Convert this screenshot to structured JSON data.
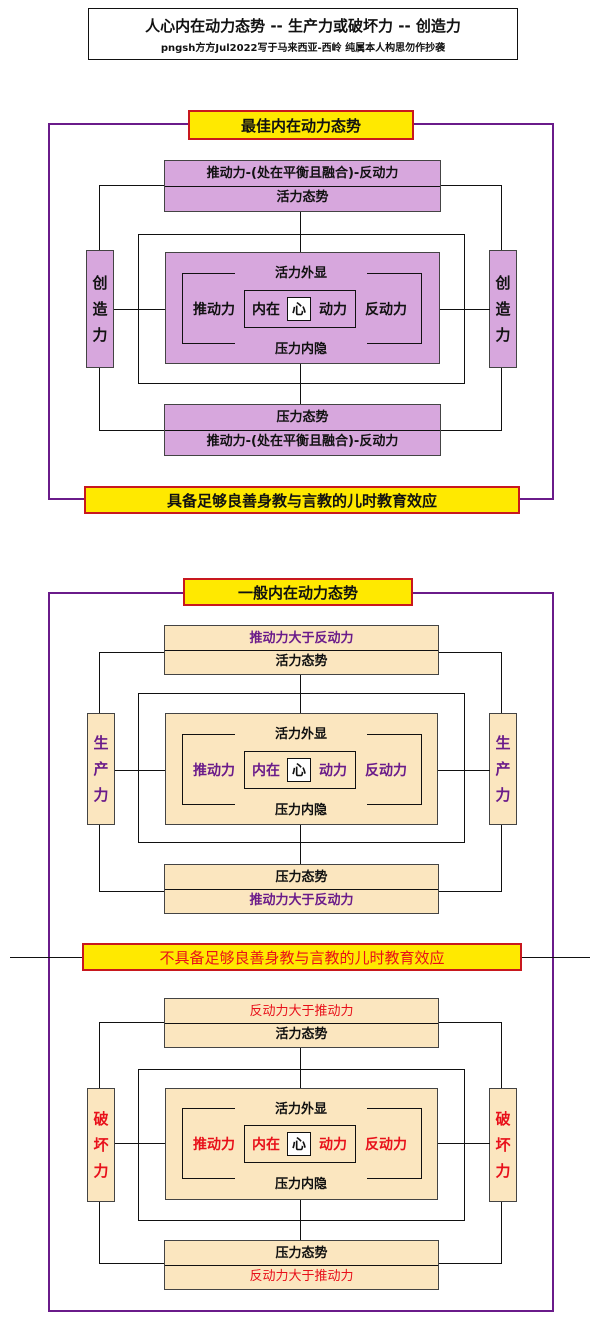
{
  "title": {
    "main": "人心内在动力态势 -- 生产力或破坏力 -- 创造力",
    "sub": "pngsh方方Jul2022写于马来西亚-西岭 纯属本人构思勿作抄袭"
  },
  "section1": {
    "header": "最佳内在动力态势",
    "top_line1": "推动力-(处在平衡且融合)-反动力",
    "top_line2": "活力态势",
    "side_left": [
      "创",
      "造",
      "力"
    ],
    "side_right": [
      "创",
      "造",
      "力"
    ],
    "inner_top": "活力外显",
    "inner_left": "推动力",
    "inner_right": "反动力",
    "hub_left": "内在",
    "hub_center": "心",
    "hub_right": "动力",
    "inner_bottom": "压力内隐",
    "bottom_line1": "压力态势",
    "bottom_line2": "推动力-(处在平衡且融合)-反动力",
    "footer": "具备足够良善身教与言教的儿时教育效应"
  },
  "section2": {
    "header": "一般内在动力态势",
    "top_line1": "推动力大于反动力",
    "top_line2": "活力态势",
    "side_left": [
      "生",
      "产",
      "力"
    ],
    "side_right": [
      "生",
      "产",
      "力"
    ],
    "inner_top": "活力外显",
    "inner_left": "推动力",
    "inner_right": "反动力",
    "hub_left": "内在",
    "hub_center": "心",
    "hub_right": "动力",
    "inner_bottom": "压力内隐",
    "bottom_line1": "压力态势",
    "bottom_line2": "推动力大于反动力"
  },
  "divider": "不具备足够良善身教与言教的儿时教育效应",
  "section3": {
    "top_line1": "反动力大于推动力",
    "top_line2": "活力态势",
    "side_left": [
      "破",
      "坏",
      "力"
    ],
    "side_right": [
      "破",
      "坏",
      "力"
    ],
    "inner_top": "活力外显",
    "inner_left": "推动力",
    "inner_right": "反动力",
    "hub_left": "内在",
    "hub_center": "心",
    "hub_right": "动力",
    "inner_bottom": "压力内隐",
    "bottom_line1": "压力态势",
    "bottom_line2": "反动力大于推动力"
  },
  "colors": {
    "frame": "#6a1b8a",
    "header_fill": "#ffe900",
    "header_border": "#c8181e",
    "violet_box": "#d7a7dd",
    "tan_box": "#fbe6bf",
    "accent_purple": "#6a1b8a",
    "accent_red": "#e8101a"
  }
}
